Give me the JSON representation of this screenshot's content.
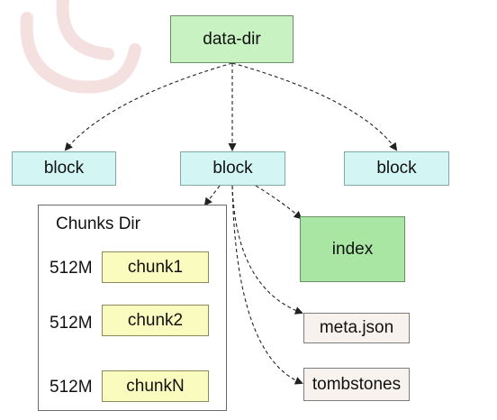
{
  "diagram": {
    "root": "data-dir",
    "blocks": [
      "block",
      "block",
      "block"
    ],
    "chunks_dir": {
      "title": "Chunks Dir",
      "chunks": [
        {
          "size": "512M",
          "name": "chunk1"
        },
        {
          "size": "512M",
          "name": "chunk2"
        },
        {
          "size": "512M",
          "name": "chunkN"
        }
      ]
    },
    "index": "index",
    "files": [
      "meta.json",
      "tombstones"
    ],
    "colors": {
      "root": "#c9f2c2",
      "block": "#d3f6f4",
      "index": "#a9e6a3",
      "chunk": "#fafbbe",
      "file": "#f8f2ee"
    }
  }
}
